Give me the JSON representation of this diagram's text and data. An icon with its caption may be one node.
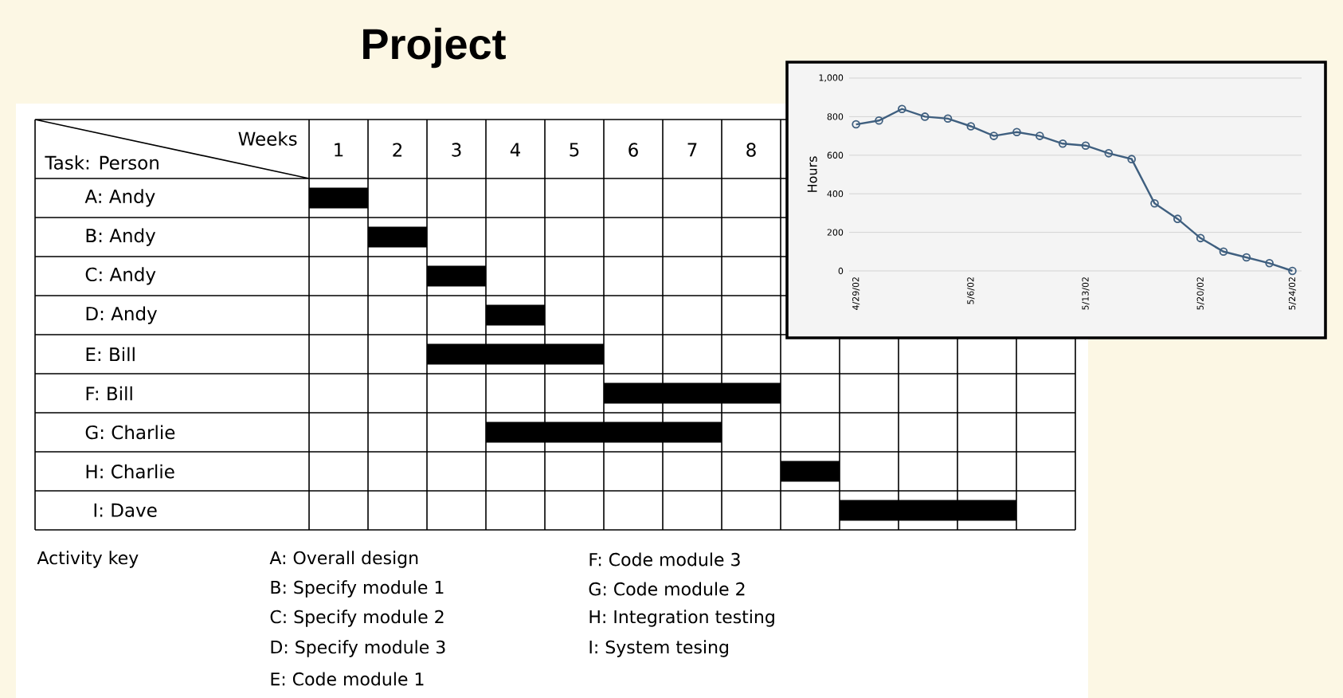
{
  "diagram": {
    "title": "Project",
    "labels": [
      "Weeks",
      "Task: Person",
      "1",
      "2",
      "3",
      "4",
      "5",
      "6",
      "7",
      "8",
      "A: Andy",
      "B: Andy",
      "C: Andy",
      "D: Andy",
      "E: Bill",
      "F: Bill",
      "G: Charlie",
      "H: Charlie",
      "I: Dave",
      "Activity key",
      "A: Overall design",
      "F: Code module 3",
      "B: Specify module 1",
      "G: Code module 2",
      "C: Specify module 2",
      "H: Integration testing",
      "D: Specify module 3",
      "I: System tesing",
      "E: Code module 1"
    ],
    "chart_data": {
      "type": "line",
      "ylabel": "Hours",
      "categories": [
        "4/29/02",
        null,
        null,
        null,
        null,
        "5/6/02",
        null,
        null,
        null,
        null,
        "5/13/02",
        null,
        null,
        null,
        null,
        "5/20/02",
        null,
        null,
        null,
        "5/24/02"
      ],
      "grid": true,
      "series": [
        {
          "color": "#3f5f7f",
          "marker": "circle",
          "values": [
            760,
            780,
            840,
            800,
            790,
            750,
            700,
            720,
            700,
            660,
            650,
            610,
            580,
            350,
            270,
            170,
            100,
            70,
            40,
            0
          ]
        }
      ],
      "ylim": [
        0,
        1000
      ],
      "yticks": [
        0,
        200,
        400,
        600,
        800,
        {
          "value": 1000,
          "label": "1,000"
        }
      ]
    }
  }
}
